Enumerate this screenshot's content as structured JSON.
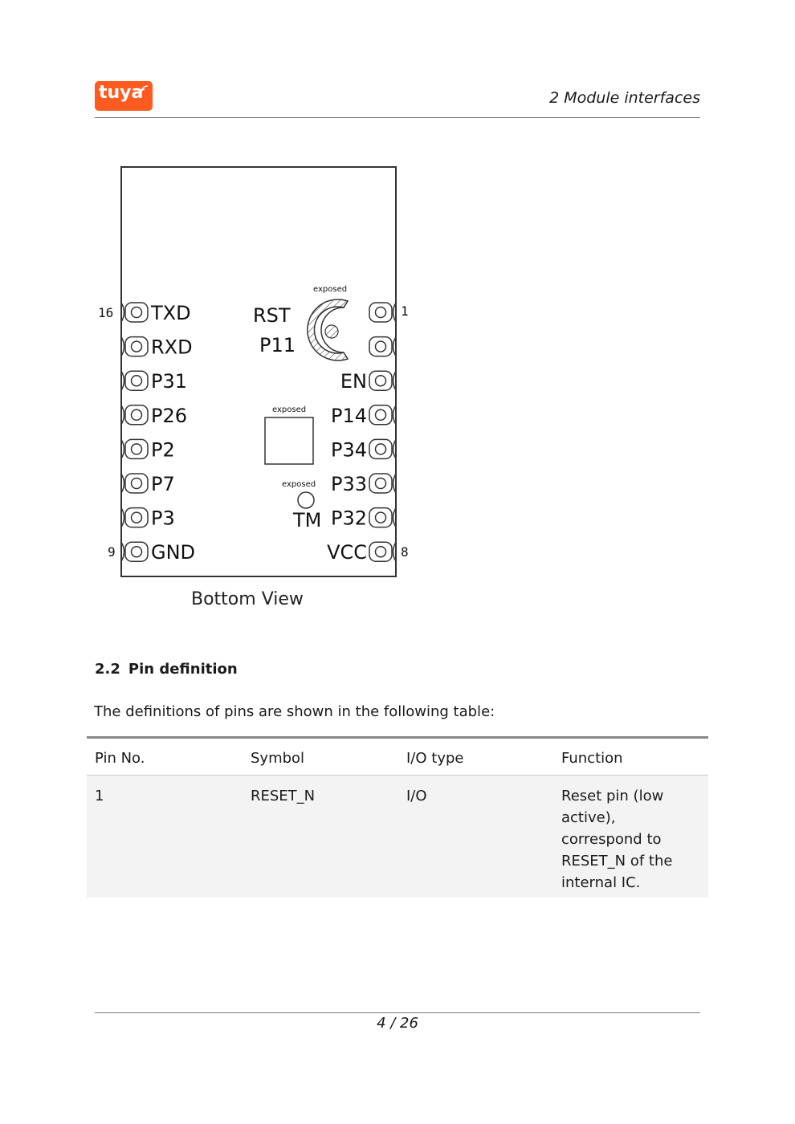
{
  "header": {
    "logo_text": "tuya",
    "chapter": "2  Module interfaces"
  },
  "diagram": {
    "left_pins": [
      "TXD",
      "RXD",
      "P31",
      "P26",
      "P2",
      "P7",
      "P3",
      "GND"
    ],
    "right_pins": [
      "",
      "",
      "EN",
      "P14",
      "P34",
      "P33",
      "P32",
      "VCC"
    ],
    "center_labels": {
      "rst": "RST",
      "p11": "P11",
      "tm": "TM"
    },
    "exposed_label": "exposed",
    "pin_numbers": {
      "top_left": "16",
      "bottom_left": "9",
      "top_right": "1",
      "bottom_right": "8"
    },
    "caption": "Bottom View"
  },
  "section": {
    "number": "2.2",
    "title": "Pin definition",
    "intro": "The definitions of pins are shown in the following table:"
  },
  "table": {
    "headers": [
      "Pin No.",
      "Symbol",
      "I/O type",
      "Function"
    ],
    "rows": [
      {
        "pin": "1",
        "symbol": "RESET_N",
        "io": "I/O",
        "function": "Reset pin (low active), correspond to RESET_N of the internal IC."
      }
    ]
  },
  "footer": {
    "page": "4 / 26"
  },
  "colors": {
    "brand": "#ff5a1f"
  }
}
